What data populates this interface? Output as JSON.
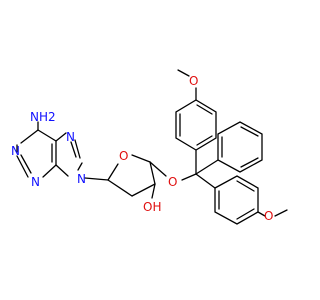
{
  "molecule": {
    "atoms": {
      "amine": "NH2",
      "n_purine_1": "N",
      "n_purine_3": "N",
      "n_purine_7": "N",
      "n_purine_9": "N",
      "o_ring": "O",
      "o_ether": "O",
      "hydroxyl": "OH",
      "methoxy_top": "O",
      "methyl_top": "",
      "methoxy_bottom": "O",
      "methyl_bottom": ""
    },
    "colors": {
      "carbon_bonds": "#000000",
      "nitrogen": "#1010ff",
      "oxygen": "#e01010",
      "background": "#ffffff"
    }
  }
}
